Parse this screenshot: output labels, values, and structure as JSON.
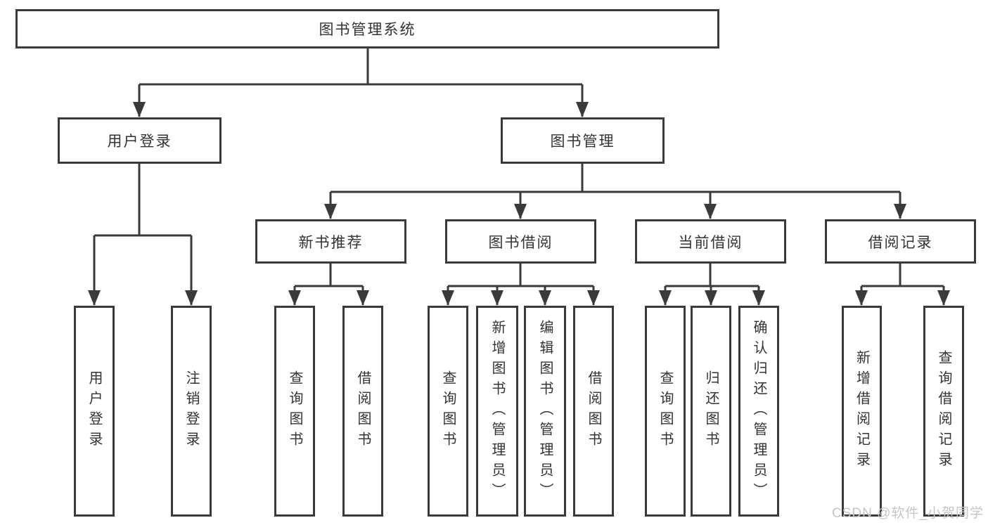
{
  "diagram_type": "hierarchy-functional-structure",
  "colors": {
    "background": "#ffffff",
    "box_border": "#3a3a3a",
    "connector": "#3a3a3a",
    "text": "#333333",
    "watermark": "#c6c6c6"
  },
  "tree": {
    "label": "图书管理系统",
    "children": [
      {
        "label": "用户登录",
        "children": [
          {
            "label": "用户登录"
          },
          {
            "label": "注销登录"
          }
        ]
      },
      {
        "label": "图书管理",
        "children": [
          {
            "label": "新书推荐",
            "children": [
              {
                "label": "查询图书"
              },
              {
                "label": "借阅图书"
              }
            ]
          },
          {
            "label": "图书借阅",
            "children": [
              {
                "label": "查询图书"
              },
              {
                "label": "新增图书（管理员）"
              },
              {
                "label": "编辑图书（管理员）"
              },
              {
                "label": "借阅图书"
              }
            ]
          },
          {
            "label": "当前借阅",
            "children": [
              {
                "label": "查询图书"
              },
              {
                "label": "归还图书"
              },
              {
                "label": "确认归还（管理员）"
              }
            ]
          },
          {
            "label": "借阅记录",
            "children": [
              {
                "label": "新增借阅记录"
              },
              {
                "label": "查询借阅记录"
              }
            ]
          }
        ]
      }
    ]
  },
  "watermark": {
    "text": "CSDN @软件_小贺同学"
  }
}
